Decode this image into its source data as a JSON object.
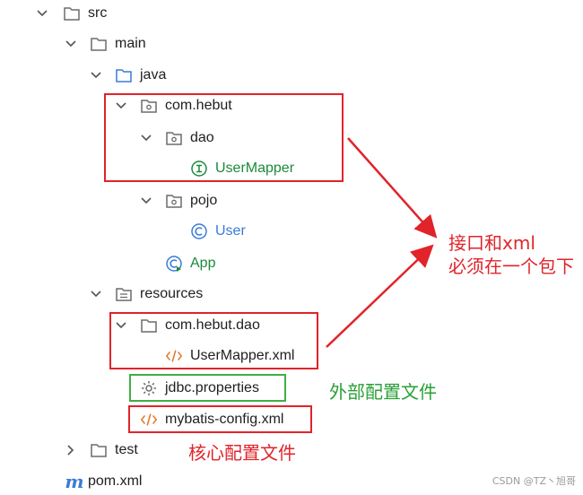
{
  "tree": {
    "src": "src",
    "main": "main",
    "java": "java",
    "package_hebut": "com.hebut",
    "package_dao": "dao",
    "user_mapper": "UserMapper",
    "pojo": "pojo",
    "user": "User",
    "app": "App",
    "resources": "resources",
    "res_package": "com.hebut.dao",
    "user_mapper_xml": "UserMapper.xml",
    "jdbc_properties": "jdbc.properties",
    "mybatis_config": "mybatis-config.xml",
    "test": "test",
    "pom": "pom.xml"
  },
  "annotations": {
    "interface_xml_line1": "接口和xml",
    "interface_xml_line2": "必须在一个包下",
    "external_config": "外部配置文件",
    "core_config": "核心配置文件"
  },
  "watermark": "CSDN @TZ丶旭哥",
  "colors": {
    "highlight_red": "#e0242a",
    "highlight_green": "#3fb043",
    "interface_green": "#1a8a3a",
    "class_blue": "#3a7bd5",
    "xml_orange": "#e07a2a"
  },
  "icons": {
    "folder": "folder-icon",
    "package": "package-icon",
    "interface": "interface-icon",
    "class": "class-icon",
    "app": "app-class-icon",
    "resources": "resources-folder-icon",
    "xml": "xml-icon",
    "properties": "gear-icon",
    "maven": "maven-icon"
  }
}
